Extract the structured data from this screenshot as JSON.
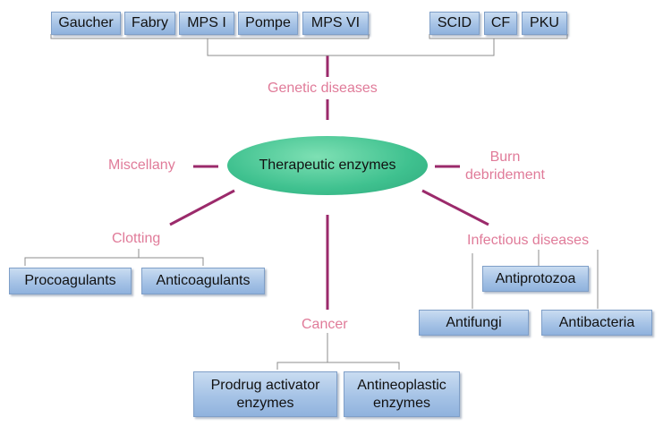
{
  "center": "Therapeutic enzymes",
  "categories": {
    "genetic": "Genetic diseases",
    "miscellany": "Miscellany",
    "burn": [
      "Burn",
      "debridement"
    ],
    "clotting": "Clotting",
    "infectious": "Infectious diseases",
    "cancer": "Cancer"
  },
  "genetic_left": [
    "Gaucher",
    "Fabry",
    "MPS I",
    "Pompe",
    "MPS VI"
  ],
  "genetic_right": [
    "SCID",
    "CF",
    "PKU"
  ],
  "clotting_items": [
    "Procoagulants",
    "Anticoagulants"
  ],
  "infectious_items": [
    "Antiprotozoa",
    "Antifungi",
    "Antibacteria"
  ],
  "cancer_items": [
    [
      "Prodrug activator",
      "enzymes"
    ],
    [
      "Antineoplastic",
      "enzymes"
    ]
  ],
  "colors": {
    "connector": "#9b2a6b",
    "category_text": "#e07b99",
    "center_fill": "#3fc18f",
    "box_fill": "#a6c3e6"
  }
}
